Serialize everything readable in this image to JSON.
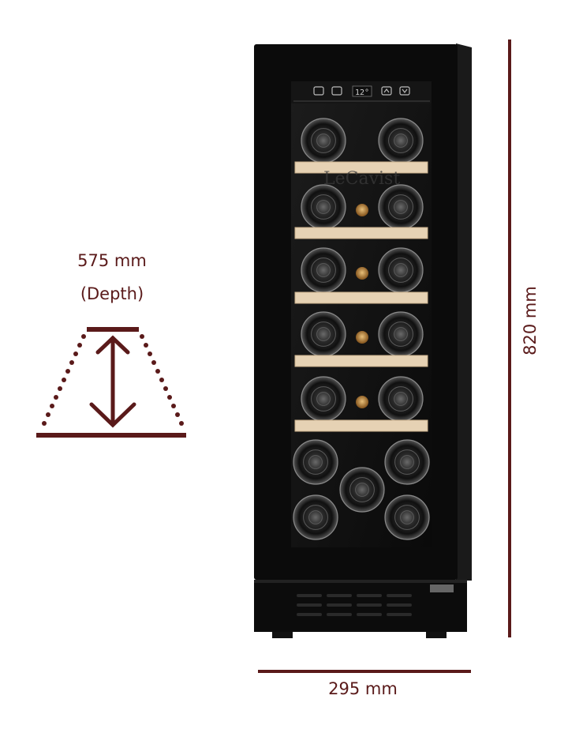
{
  "dimensions": {
    "depth": "575 mm",
    "depth_note": "(Depth)",
    "height": "820 mm",
    "width": "295 mm"
  },
  "product": {
    "logo_text": "LeCavist",
    "display_temp": "12°"
  },
  "colors": {
    "dimension_accent": "#5a1a1a",
    "cabinet": "#0c0c0c",
    "shelf_wood": "#e6d2b4"
  }
}
